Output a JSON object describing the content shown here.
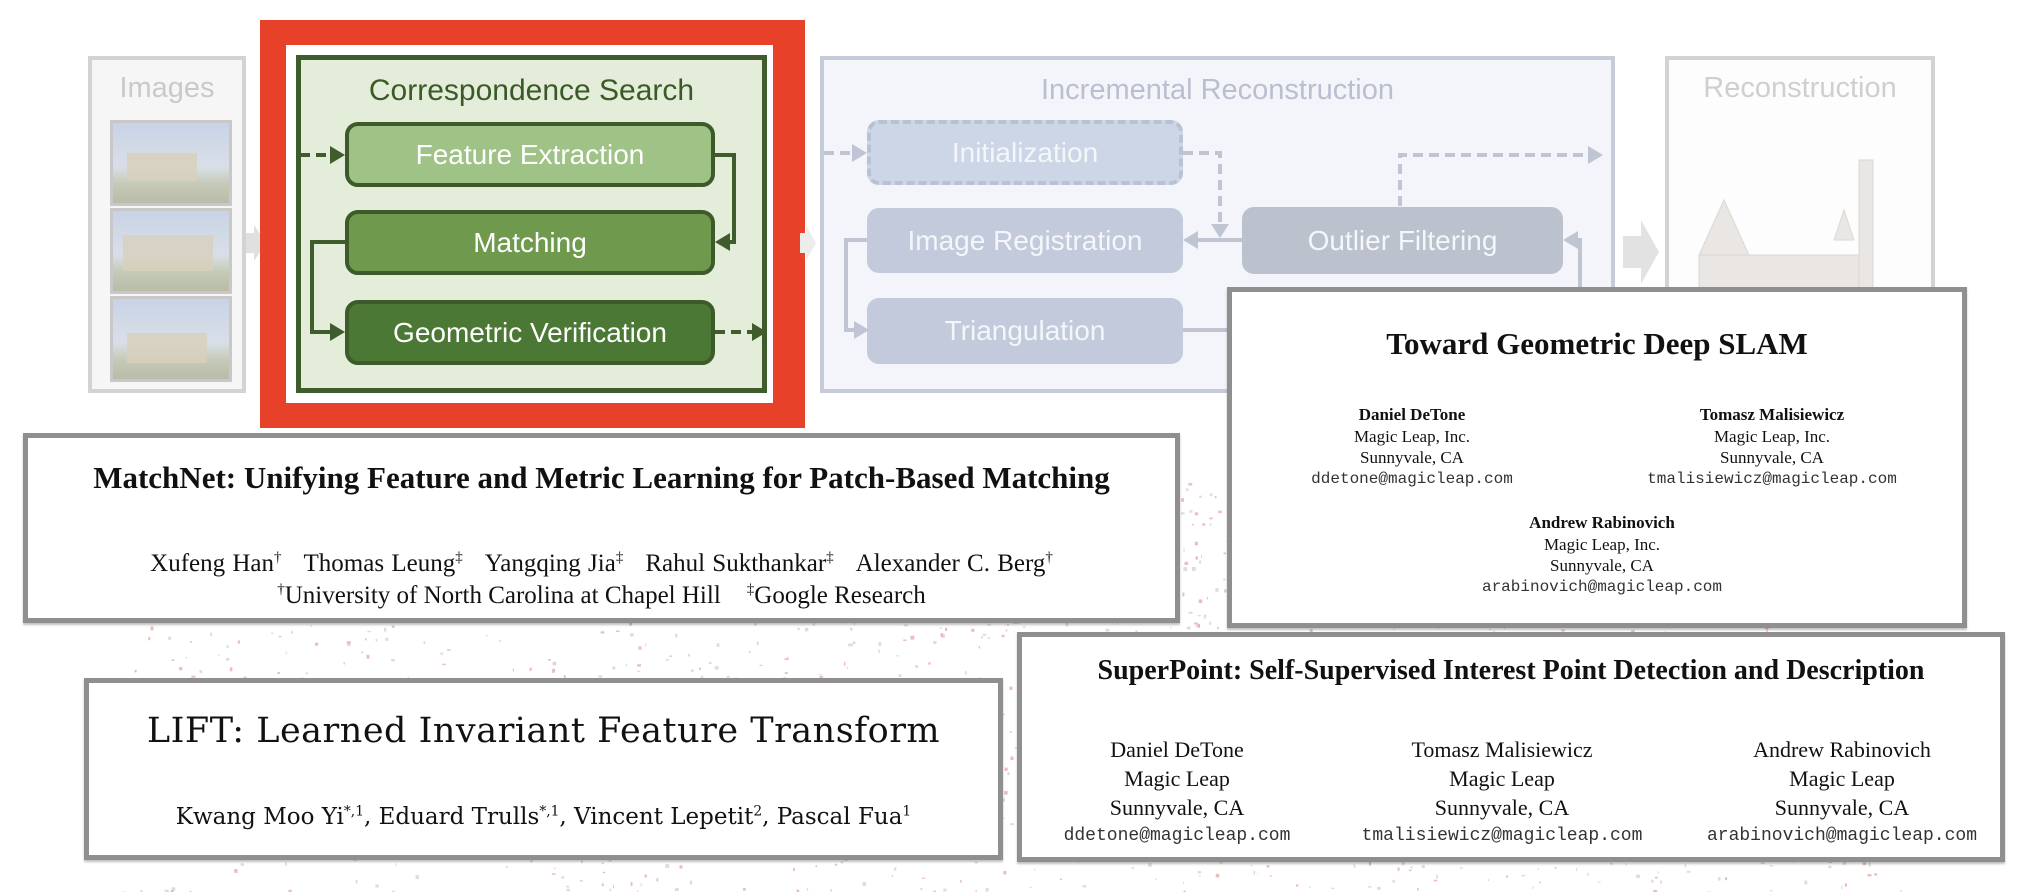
{
  "pipeline": {
    "images": {
      "title": "Images",
      "thumbnails": [
        "image-1",
        "image-2",
        "image-3"
      ]
    },
    "correspondence_search": {
      "title": "Correspondence Search",
      "steps": [
        "Feature Extraction",
        "Matching",
        "Geometric Verification"
      ],
      "colors": {
        "feature_extraction": "#9fc286",
        "matching": "#6f9a4e",
        "geometric_verification": "#4b7834",
        "frame": "#3e5c2c",
        "background": "#e3edd9",
        "highlight": "#e8412a"
      }
    },
    "incremental_reconstruction": {
      "title": "Incremental Reconstruction",
      "steps": [
        "Initialization",
        "Image Registration",
        "Triangulation",
        "Outlier Filtering"
      ]
    },
    "reconstruction": {
      "title": "Reconstruction"
    }
  },
  "papers": {
    "matchnet": {
      "title": "MatchNet: Unifying Feature and Metric Learning for Patch-Based Matching",
      "authors": [
        {
          "name": "Xufeng Han",
          "mark": "†"
        },
        {
          "name": "Thomas Leung",
          "mark": "‡"
        },
        {
          "name": "Yangqing Jia",
          "mark": "‡"
        },
        {
          "name": "Rahul Sukthankar",
          "mark": "‡"
        },
        {
          "name": "Alexander C. Berg",
          "mark": "†"
        }
      ],
      "affiliations": [
        {
          "mark": "†",
          "name": "University of North Carolina at Chapel Hill"
        },
        {
          "mark": "‡",
          "name": "Google Research"
        }
      ]
    },
    "lift": {
      "title": "LIFT: Learned Invariant Feature Transform",
      "authors": [
        {
          "name": "Kwang Moo Yi",
          "mark": "*,1",
          "sep": ", "
        },
        {
          "name": "Eduard Trulls",
          "mark": "*,1",
          "sep": ", "
        },
        {
          "name": "Vincent Lepetit",
          "mark": "2",
          "sep": ", "
        },
        {
          "name": "Pascal Fua",
          "mark": "1",
          "sep": ""
        }
      ]
    },
    "slam": {
      "title": "Toward Geometric Deep SLAM",
      "authors": [
        {
          "name": "Daniel DeTone",
          "org": "Magic Leap, Inc.",
          "loc": "Sunnyvale, CA",
          "email": "ddetone@magicleap.com"
        },
        {
          "name": "Tomasz Malisiewicz",
          "org": "Magic Leap, Inc.",
          "loc": "Sunnyvale, CA",
          "email": "tmalisiewicz@magicleap.com"
        },
        {
          "name": "Andrew Rabinovich",
          "org": "Magic Leap, Inc.",
          "loc": "Sunnyvale, CA",
          "email": "arabinovich@magicleap.com"
        }
      ]
    },
    "superpoint": {
      "title": "SuperPoint: Self-Supervised Interest Point Detection and Description",
      "authors": [
        {
          "name": "Daniel DeTone",
          "org": "Magic Leap",
          "loc": "Sunnyvale, CA",
          "email": "ddetone@magicleap.com"
        },
        {
          "name": "Tomasz Malisiewicz",
          "org": "Magic Leap",
          "loc": "Sunnyvale, CA",
          "email": "tmalisiewicz@magicleap.com"
        },
        {
          "name": "Andrew Rabinovich",
          "org": "Magic Leap",
          "loc": "Sunnyvale, CA",
          "email": "arabinovich@magicleap.com"
        }
      ]
    }
  }
}
